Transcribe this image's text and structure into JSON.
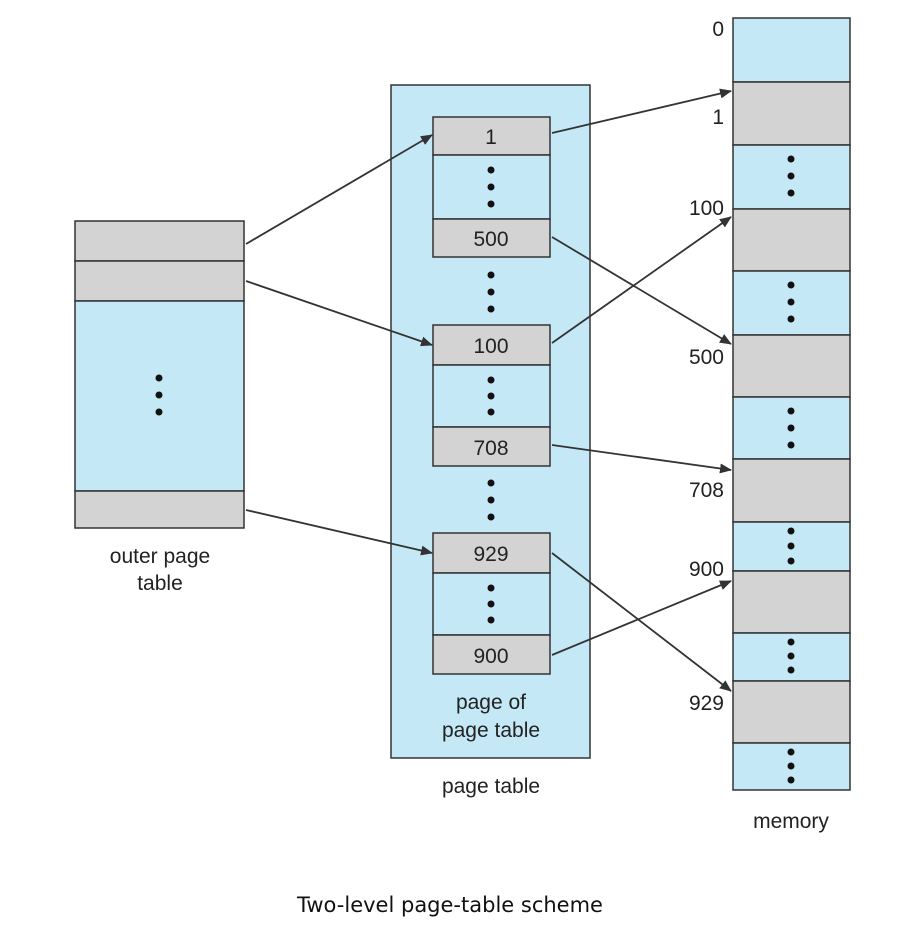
{
  "colors": {
    "light": "#c5e8f7",
    "gray": "#d3d3d4",
    "stroke": "#333333"
  },
  "outer_page_table": {
    "label_line1": "outer page",
    "label_line2": "table"
  },
  "page_table": {
    "label": "page table",
    "inner_label_line1": "page of",
    "inner_label_line2": "page table",
    "entries": [
      "1",
      "500",
      "100",
      "708",
      "929",
      "900"
    ]
  },
  "memory": {
    "label": "memory",
    "addresses": [
      "0",
      "1",
      "100",
      "500",
      "708",
      "900",
      "929"
    ]
  },
  "caption": "Two-level page-table scheme"
}
